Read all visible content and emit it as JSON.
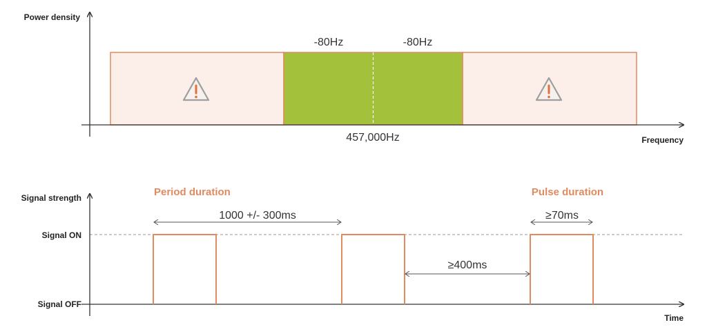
{
  "colors": {
    "accent_orange": "#E08A60",
    "band_fill": "#A3C13A",
    "danger_fill": "#FCEEE9",
    "axis": "#333333",
    "dimension": "#555555",
    "warning_icon": "#9E9E9E",
    "warning_mark": "#E2703F"
  },
  "spectrum": {
    "y_axis_title": "Power density",
    "x_axis_title": "Frequency",
    "center_label": "457,000Hz",
    "left_offset_label": "-80Hz",
    "right_offset_label": "-80Hz",
    "left_zone_icon": "warning-triangle-icon",
    "right_zone_icon": "warning-triangle-icon"
  },
  "signal": {
    "y_axis_title": "Signal strength",
    "on_label": "Signal ON",
    "off_label": "Signal OFF",
    "x_axis_title": "Time",
    "period_title": "Period duration",
    "period_value": "1000 +/- 300ms",
    "gap_value": "≥400ms",
    "pulse_title": "Pulse duration",
    "pulse_value": "≥70ms"
  }
}
